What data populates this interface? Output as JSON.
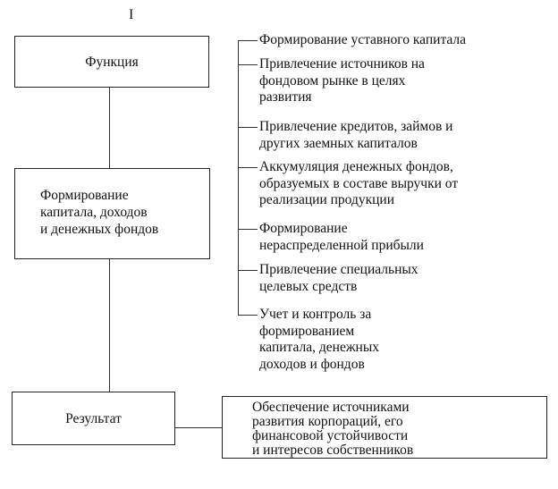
{
  "diagram": {
    "section_label": "I",
    "function_box": {
      "label": "Функция"
    },
    "formation_box": {
      "lines": [
        "Формирование",
        "капитала, доходов",
        "и денежных фондов"
      ]
    },
    "result_box": {
      "label": "Результат"
    },
    "outcome_box": {
      "lines": [
        "Обеспечение источниками",
        "развития корпораций, его",
        "финансовой устойчивости",
        "и интересов собственников"
      ]
    },
    "items": [
      {
        "lines": [
          "Формирование уставного капитала"
        ]
      },
      {
        "lines": [
          "Привлечение источников на",
          "фондовом  рынке в целях",
          "развития"
        ]
      },
      {
        "lines": [
          "Привлечение кредитов, займов и",
          "других заемных капиталов"
        ]
      },
      {
        "lines": [
          "Аккумуляция денежных фондов,",
          "образуемых в составе выручки от",
          "реализации продукции"
        ]
      },
      {
        "lines": [
          "Формирование",
          "нераспределенной прибыли"
        ]
      },
      {
        "lines": [
          "Привлечение специальных",
          "целевых средств"
        ]
      },
      {
        "lines": [
          "Учет и контроль за",
          "формированием",
          "капитала, денежных",
          "доходов и фондов"
        ]
      }
    ]
  }
}
